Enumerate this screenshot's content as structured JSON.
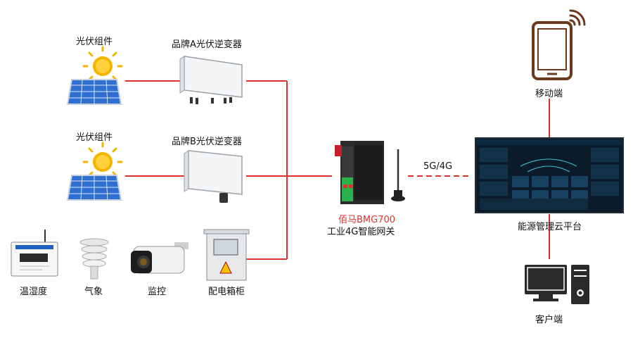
{
  "labels": {
    "solar_a": "光伏组件",
    "solar_b": "光伏组件",
    "inverter_a": "品牌A光伏逆变器",
    "inverter_b": "品牌B光伏逆变器",
    "temp_humidity": "温湿度",
    "weather": "气象",
    "monitor": "监控",
    "distribution_cabinet": "配电箱柜",
    "gateway_brand": "佰马BMG700",
    "gateway_desc": "工业4G智能网关",
    "link": "5G/4G",
    "platform": "能源管理云平台",
    "mobile": "移动端",
    "client": "客户端"
  },
  "colors": {
    "line_red": "#e0322b",
    "dark": "#1f1f1f",
    "brown": "#6b3a1e",
    "sun": "#f5b400",
    "panel_blue": "#2f6fd1"
  }
}
